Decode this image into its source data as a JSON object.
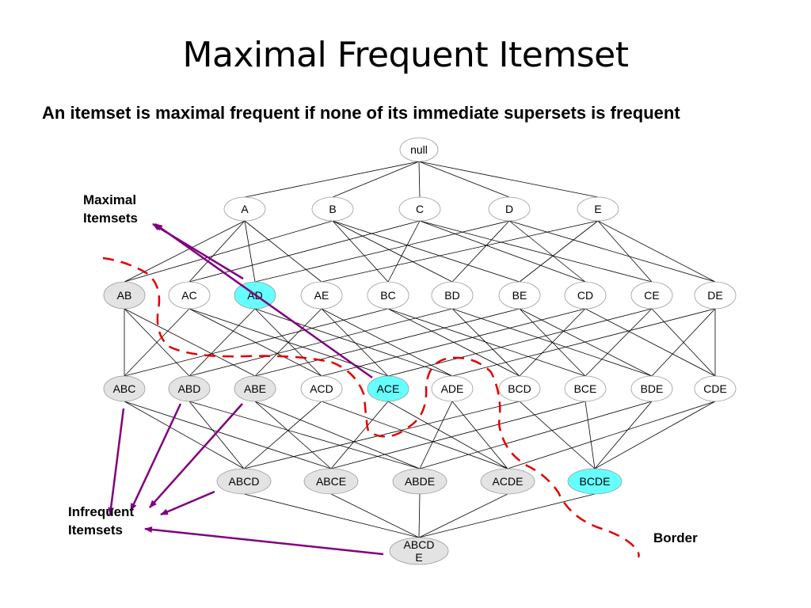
{
  "title": "Maximal Frequent Itemset",
  "subtitle": "An itemset is maximal frequent if none of its immediate supersets is frequent",
  "labels": {
    "maximal": "Maximal Itemsets",
    "infrequent": "Infrequent Itemsets",
    "border": "Border"
  },
  "colors": {
    "maximal_fill": "#66FFFF",
    "infrequent_fill": "#E3E3E3",
    "frequent_fill": "#FFFFFF",
    "arrow": "#800080",
    "border_line": "#E00000"
  },
  "lattice": {
    "levels": [
      [
        "null"
      ],
      [
        "A",
        "B",
        "C",
        "D",
        "E"
      ],
      [
        "AB",
        "AC",
        "AD",
        "AE",
        "BC",
        "BD",
        "BE",
        "CD",
        "CE",
        "DE"
      ],
      [
        "ABC",
        "ABD",
        "ABE",
        "ACD",
        "ACE",
        "ADE",
        "BCD",
        "BCE",
        "BDE",
        "CDE"
      ],
      [
        "ABCD",
        "ABCE",
        "ABDE",
        "ACDE",
        "BCDE"
      ],
      [
        "ABCDE"
      ]
    ],
    "last_node_display": [
      "ABCD",
      "E"
    ],
    "maximal_itemsets": [
      "AD",
      "ACE",
      "BCDE"
    ],
    "infrequent_itemsets": [
      "AB",
      "ABC",
      "ABD",
      "ABE",
      "ABCD",
      "ABCE",
      "ABDE",
      "ACDE",
      "ABCDE"
    ]
  }
}
